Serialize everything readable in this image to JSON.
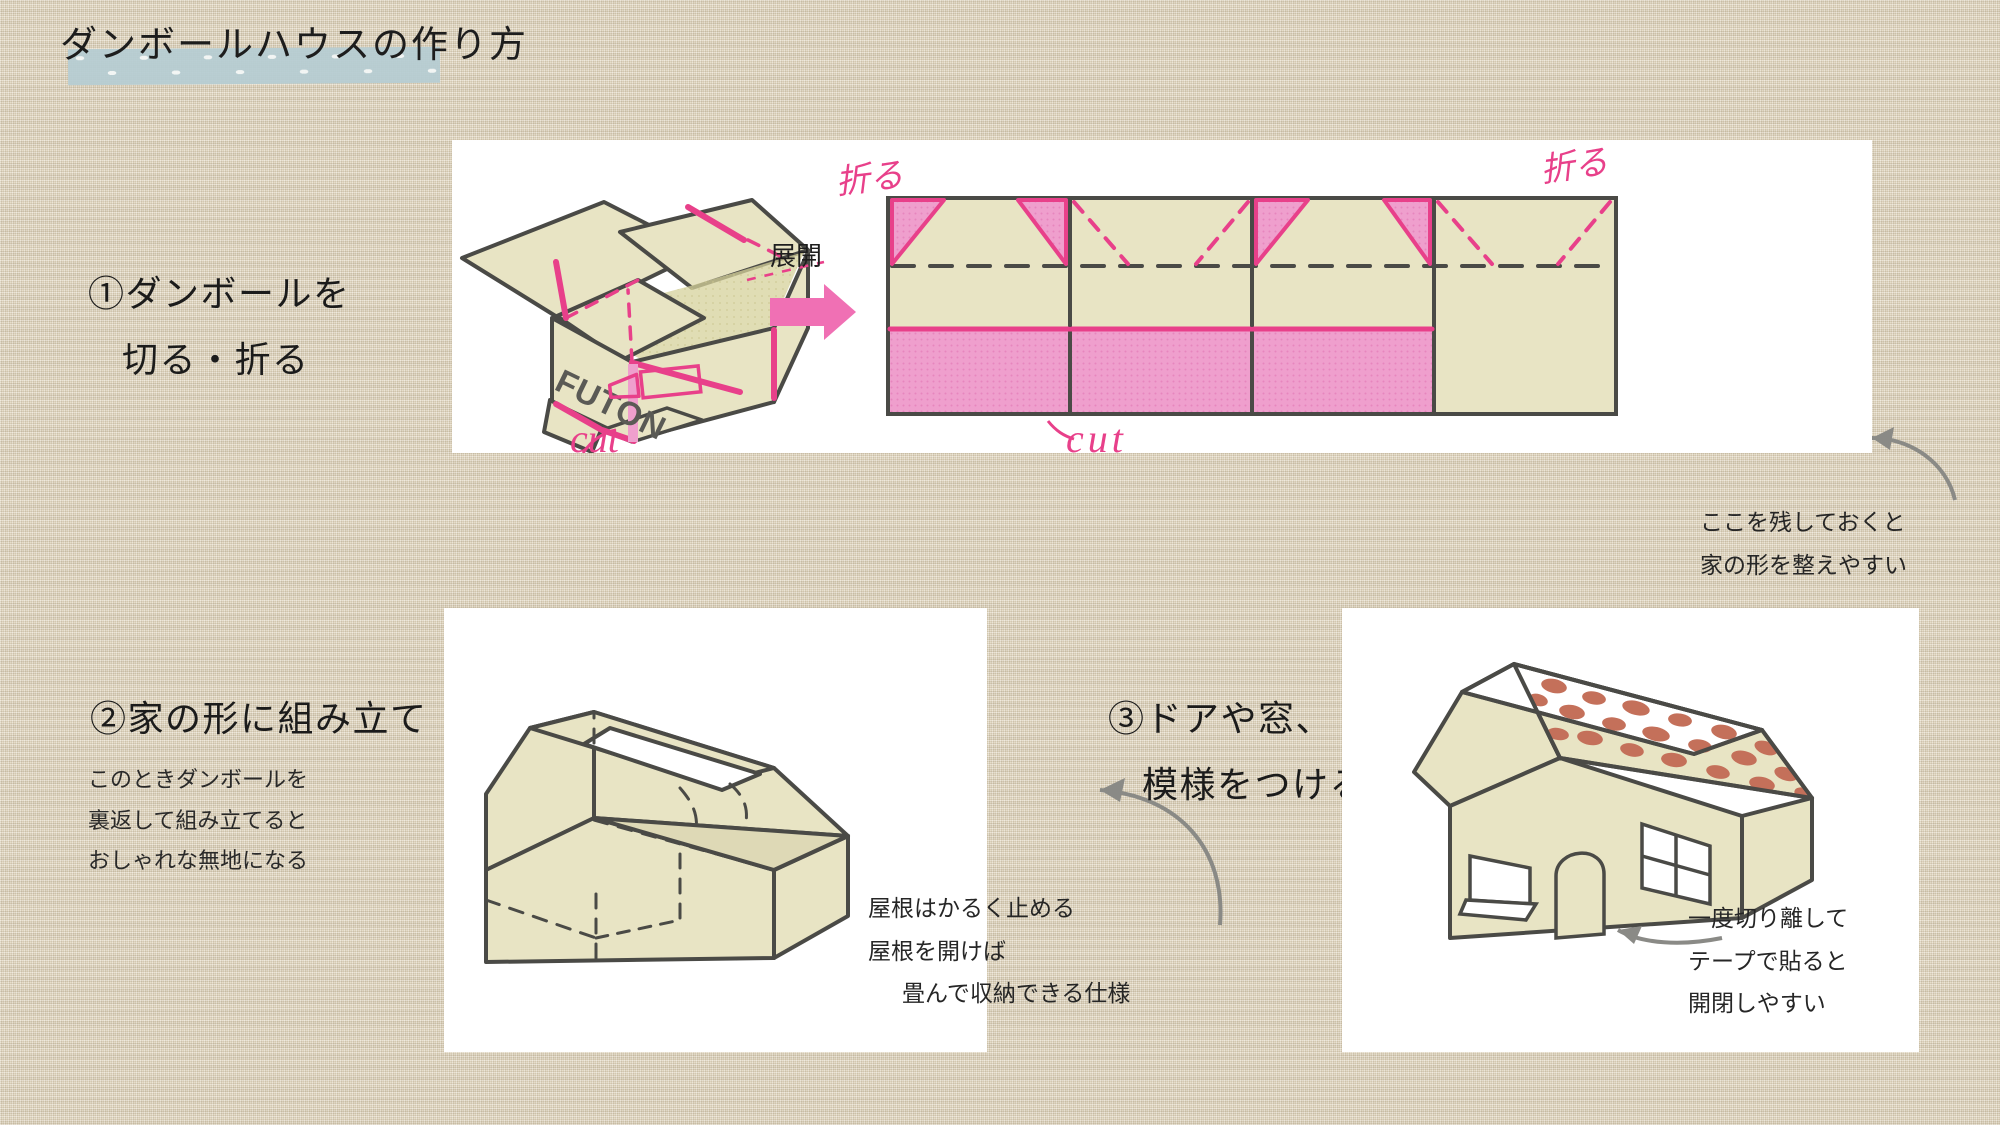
{
  "page": {
    "title": "ダンボールハウスの作り方",
    "background_color": "#ded3bb",
    "tape_color": "#b6cdd3"
  },
  "colors": {
    "pink": "#e8408a",
    "pink_fill": "#ef9fcd",
    "pink_arrow": "#f070b4",
    "cardboard": "#e8e4c4",
    "cardboard_shade": "#d6d29b",
    "ink": "#4a4a46",
    "gray_arrow": "#8a8a86",
    "brick": "#c4705a"
  },
  "steps": [
    {
      "id": "step1",
      "heading_line1": "①ダンボールを",
      "heading_line2": "切る・折る",
      "illustration": {
        "box_label": "FUTON",
        "annotations": [
          {
            "name": "fold-label-left",
            "text": "折る",
            "style": "handwritten-pink"
          },
          {
            "name": "cut-label-left",
            "text": "cut",
            "style": "handwritten-pink"
          },
          {
            "name": "cutter-icon",
            "text": "",
            "style": "handwritten-pink"
          },
          {
            "name": "unfold-label",
            "text": "展開",
            "style": "printed"
          },
          {
            "name": "unfold-arrow",
            "text": "",
            "style": "pink-arrow"
          },
          {
            "name": "fold-label-right",
            "text": "折る",
            "style": "handwritten-pink"
          },
          {
            "name": "cut-label-right",
            "text": "cut",
            "style": "handwritten-pink"
          }
        ]
      },
      "callout_lines": [
        "ここを残しておくと",
        "家の形を整えやすい"
      ]
    },
    {
      "id": "step2",
      "heading_line1": "②家の形に組み立て",
      "heading_line2": "",
      "note_lines": [
        "このときダンボールを",
        "裏返して組み立てると",
        "おしゃれな無地になる"
      ],
      "callout_lines": [
        "屋根はかるく止める",
        "屋根を開けば",
        "畳んで収納できる仕様"
      ]
    },
    {
      "id": "step3",
      "heading_line1": "③ドアや窓、",
      "heading_line2": "模様をつける",
      "callout_lines": [
        "一度切り離して",
        "テープで貼ると",
        "開閉しやすい"
      ]
    }
  ]
}
